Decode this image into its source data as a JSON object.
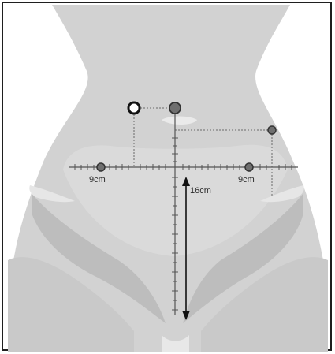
{
  "labels": {
    "left_distance": "9cm",
    "right_distance": "9cm",
    "vertical_distance": "16cm"
  },
  "colors": {
    "background": "#ffffff",
    "body": "#d3d3d3",
    "shadow": "#bcbcbc",
    "line": "#5a5a5a",
    "port_fill": "#6f6f6f"
  }
}
